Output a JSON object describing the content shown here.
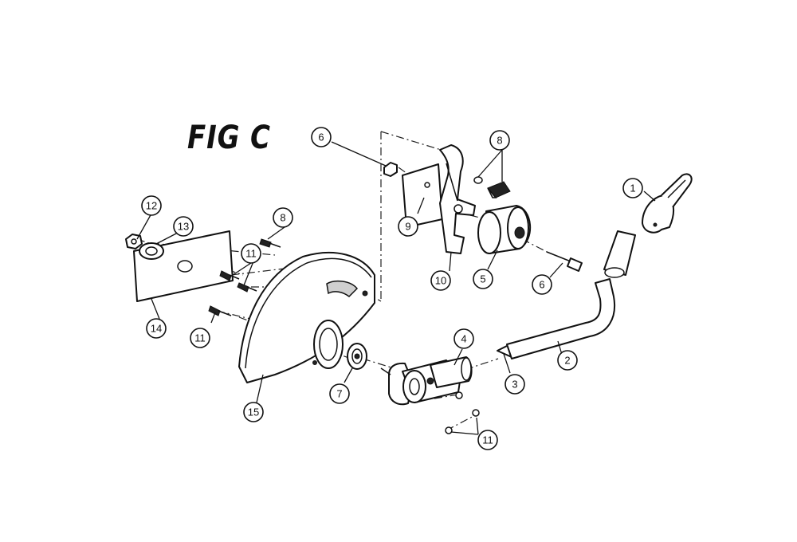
{
  "figure": {
    "title": "FIG C"
  },
  "callouts": [
    {
      "id": "c1",
      "label": "1"
    },
    {
      "id": "c2",
      "label": "2"
    },
    {
      "id": "c3",
      "label": "3"
    },
    {
      "id": "c4",
      "label": "4"
    },
    {
      "id": "c5",
      "label": "5"
    },
    {
      "id": "c6a",
      "label": "6"
    },
    {
      "id": "c6b",
      "label": "6"
    },
    {
      "id": "c7",
      "label": "7"
    },
    {
      "id": "c8a",
      "label": "8"
    },
    {
      "id": "c8b",
      "label": "8"
    },
    {
      "id": "c9",
      "label": "9"
    },
    {
      "id": "c10",
      "label": "10"
    },
    {
      "id": "c11a",
      "label": "11"
    },
    {
      "id": "c11b",
      "label": "11"
    },
    {
      "id": "c11c",
      "label": "11"
    },
    {
      "id": "c12",
      "label": "12"
    },
    {
      "id": "c13",
      "label": "13"
    },
    {
      "id": "c14",
      "label": "14"
    },
    {
      "id": "c15",
      "label": "15"
    }
  ]
}
